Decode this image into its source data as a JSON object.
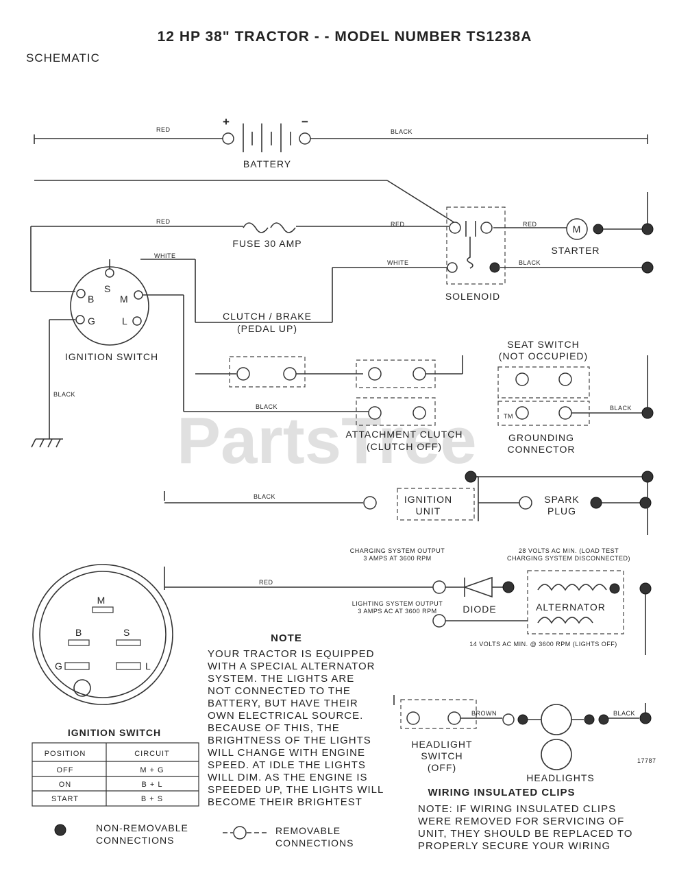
{
  "title": "12 HP 38\" TRACTOR - - MODEL NUMBER TS1238A",
  "subtitle": "SCHEMATIC",
  "watermark": "PartsTree",
  "trademark": "TM",
  "components": {
    "battery": "BATTERY",
    "battery_pos": "+",
    "battery_neg": "−",
    "fuse": "FUSE 30 AMP",
    "starter": "STARTER",
    "starter_m": "M",
    "solenoid": "SOLENOID",
    "ignition_switch": "IGNITION SWITCH",
    "clutch_brake_1": "CLUTCH / BRAKE",
    "clutch_brake_2": "(PEDAL UP)",
    "seat_switch_1": "SEAT SWITCH",
    "seat_switch_2": "(NOT OCCUPIED)",
    "attachment_clutch_1": "ATTACHMENT CLUTCH",
    "attachment_clutch_2": "(CLUTCH OFF)",
    "grounding_1": "GROUNDING",
    "grounding_2": "CONNECTOR",
    "ignition_unit_1": "IGNITION",
    "ignition_unit_2": "UNIT",
    "spark_plug_1": "SPARK",
    "spark_plug_2": "PLUG",
    "diode": "DIODE",
    "alternator": "ALTERNATOR",
    "headlight_switch_1": "HEADLIGHT",
    "headlight_switch_2": "SWITCH",
    "headlight_switch_3": "(OFF)",
    "headlights": "HEADLIGHTS"
  },
  "wire_labels": {
    "red1": "RED",
    "black1": "BLACK",
    "red2": "RED",
    "red3": "RED",
    "red4": "RED",
    "white1": "WHITE",
    "white2": "WHITE",
    "black2": "BLACK",
    "black3": "BLACK",
    "black4": "BLACK",
    "black5": "BLACK",
    "black6": "BLACK",
    "red5": "RED",
    "brown": "BROWN",
    "black7": "BLACK"
  },
  "switch_terminals": {
    "s": "S",
    "b": "B",
    "m": "M",
    "g": "G",
    "l": "L"
  },
  "alternator_notes": {
    "charging_1": "CHARGING SYSTEM OUTPUT",
    "charging_2": "3 AMPS AT 3600 RPM",
    "ac_1": "28 VOLTS AC MIN. (LOAD TEST",
    "ac_2": "CHARGING SYSTEM DISCONNECTED)",
    "lighting_1": "LIGHTING SYSTEM OUTPUT",
    "lighting_2": "3 AMPS AC AT 3600 RPM",
    "lights_off": "14 VOLTS AC MIN. @ 3600 RPM (LIGHTS OFF)"
  },
  "note": {
    "heading": "NOTE",
    "lines": [
      "YOUR TRACTOR IS EQUIPPED",
      "WITH A SPECIAL ALTERNATOR",
      "SYSTEM.  THE LIGHTS ARE",
      "NOT CONNECTED TO  THE",
      "BATTERY, BUT HAVE THEIR",
      "OWN ELECTRICAL SOURCE.",
      "BECAUSE OF THIS, THE",
      "BRIGHTNESS OF THE LIGHTS",
      "WILL CHANGE WITH ENGINE",
      "SPEED.  AT IDLE THE LIGHTS",
      "WILL DIM. AS THE ENGINE IS",
      "SPEEDED UP, THE LIGHTS WILL",
      "BECOME THEIR BRIGHTEST"
    ]
  },
  "ignition_table": {
    "caption": "IGNITION SWITCH",
    "headers": [
      "POSITION",
      "CIRCUIT"
    ],
    "rows": [
      [
        "OFF",
        "M + G"
      ],
      [
        "ON",
        "B + L"
      ],
      [
        "START",
        "B + S"
      ]
    ]
  },
  "legend": {
    "non_removable_1": "NON-REMOVABLE",
    "non_removable_2": "CONNECTIONS",
    "removable_1": "REMOVABLE",
    "removable_2": "CONNECTIONS"
  },
  "wiring_clips": {
    "heading": "WIRING INSULATED CLIPS",
    "lines": [
      "NOTE: IF WIRING INSULATED CLIPS",
      "WERE REMOVED FOR SERVICING OF",
      "UNIT, THEY SHOULD BE REPLACED TO",
      "PROPERLY SECURE YOUR WIRING"
    ]
  },
  "part_code": "17787"
}
